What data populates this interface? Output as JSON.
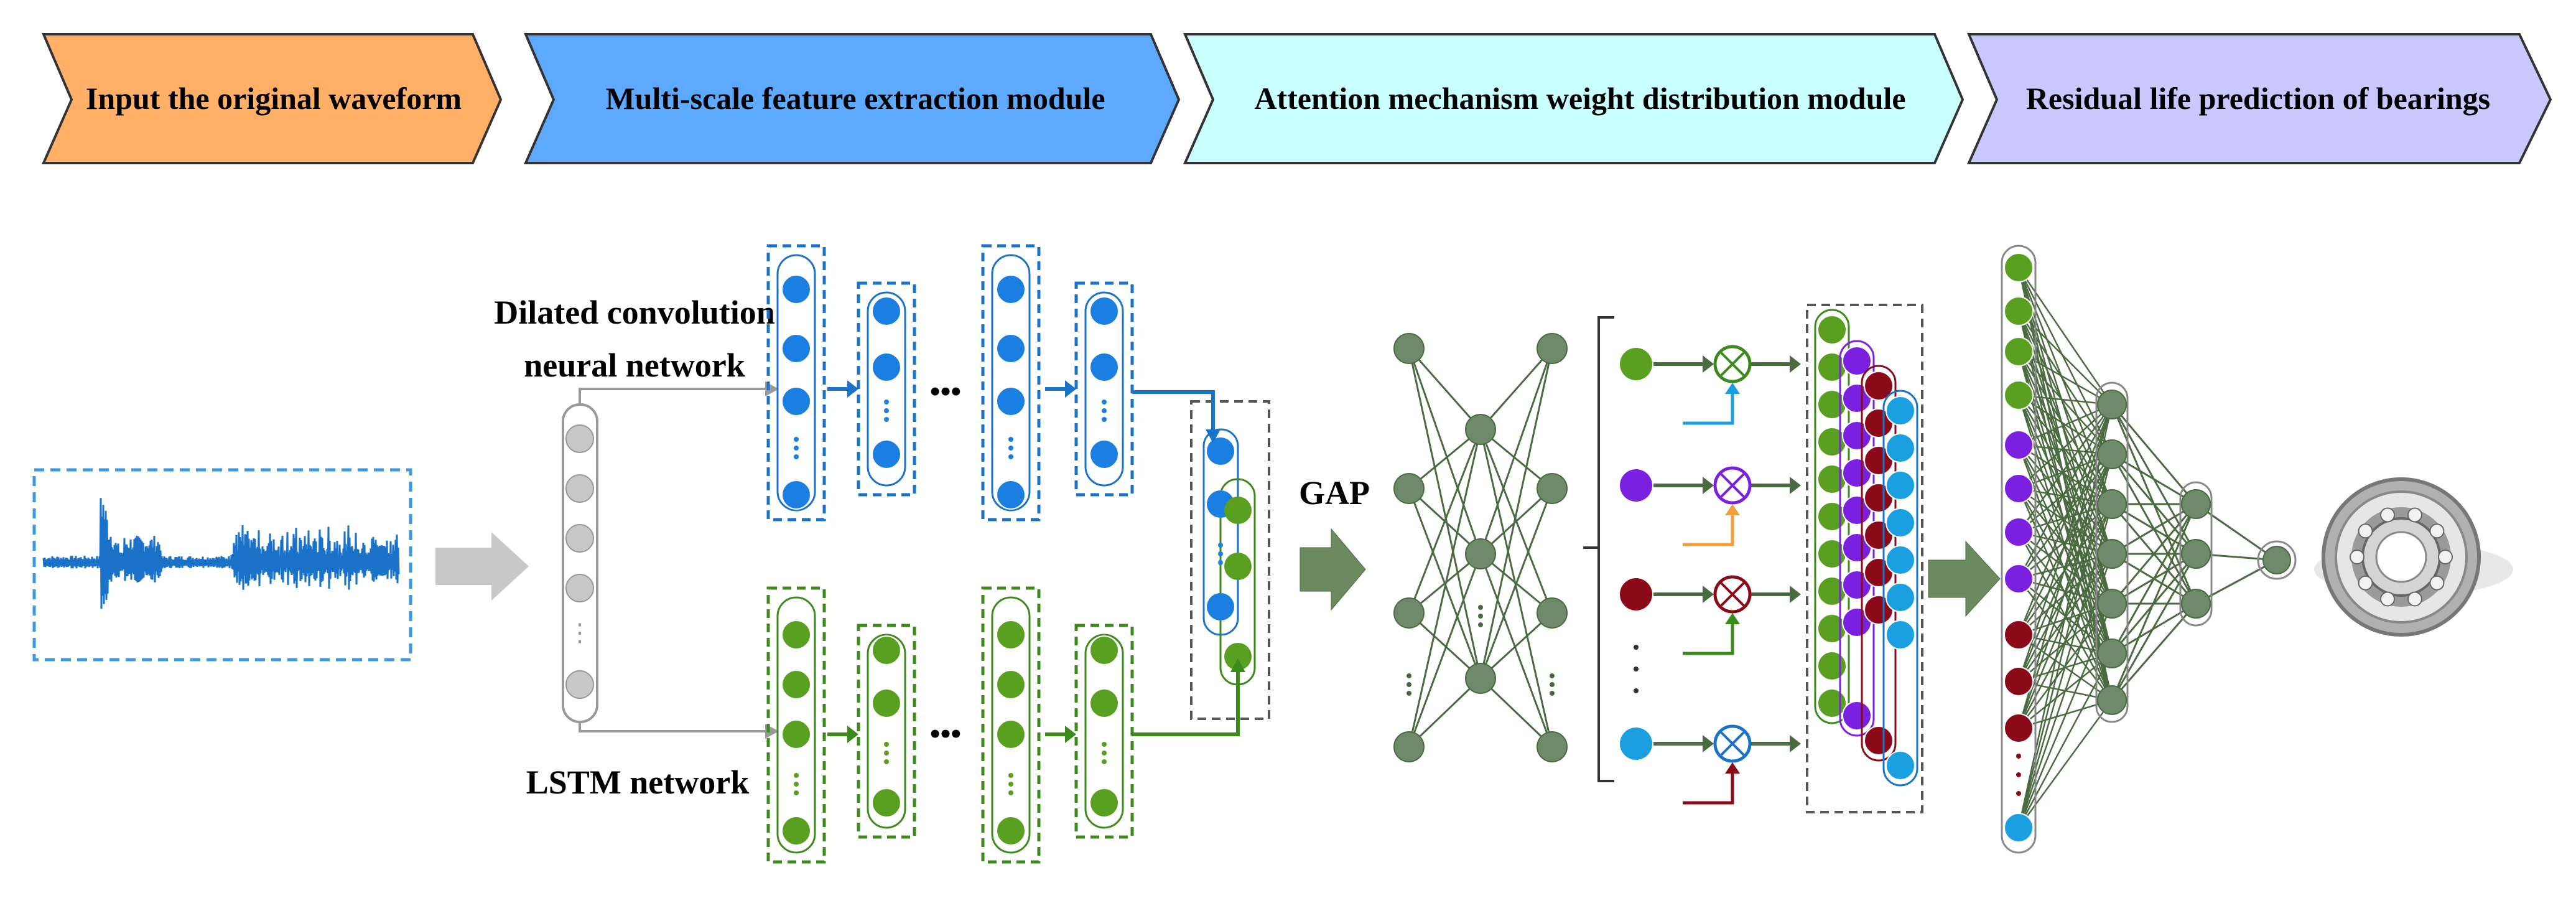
{
  "banners": [
    {
      "label": "Input the original waveform",
      "color": "#ffb066"
    },
    {
      "label": "Multi-scale feature extraction module",
      "color": "#5ca9ff"
    },
    {
      "label": "Attention mechanism weight distribution module",
      "color": "#c9ffff"
    },
    {
      "label": "Residual life prediction of bearings",
      "color": "#c8c8ff"
    }
  ],
  "labels": {
    "dcnn_line1": "Dilated convolution",
    "dcnn_line2": "neural network",
    "lstm": "LSTM network",
    "gap": "GAP"
  },
  "colors": {
    "blue_node": "#1a7fe0",
    "green_node": "#5aa020",
    "dark_green_node": "#6f8a6a",
    "purple_node": "#7b1fe0",
    "red_node": "#8b0a1a",
    "cyan_node": "#1a9fe0",
    "gray_node": "#c8c8c8",
    "arrow_gray": "#c8c8c8",
    "arrow_green": "#6b8a60",
    "waveform": "#1a73c9"
  },
  "icons": {
    "ellipsis": "•••",
    "bearing": "bearing-icon"
  }
}
